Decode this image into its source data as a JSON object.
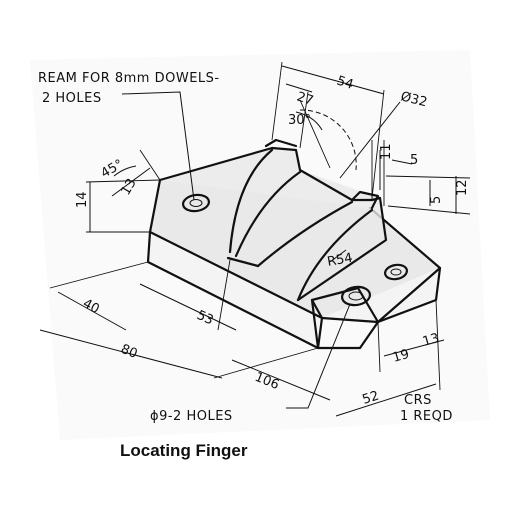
{
  "notes": {
    "ream_line1": "REAM FOR 8mm DOWELS-",
    "ream_line2": "2 HOLES",
    "holes_note": "ϕ9-2 HOLES",
    "material": "CRS",
    "quantity": "1 REQD"
  },
  "caption": "Locating Finger",
  "dimensions": {
    "d27": "27",
    "d54": "54",
    "dia32": "Ø32",
    "a30": "30°",
    "d11": "11",
    "d5a": "5",
    "d5b": "5",
    "d12": "12",
    "a45": "45°",
    "d14": "14",
    "d13a": "13",
    "r54": "R54",
    "d53": "53",
    "d40": "40",
    "d80": "80",
    "d106": "106",
    "d52": "52",
    "d19": "19",
    "d13b": "13"
  }
}
